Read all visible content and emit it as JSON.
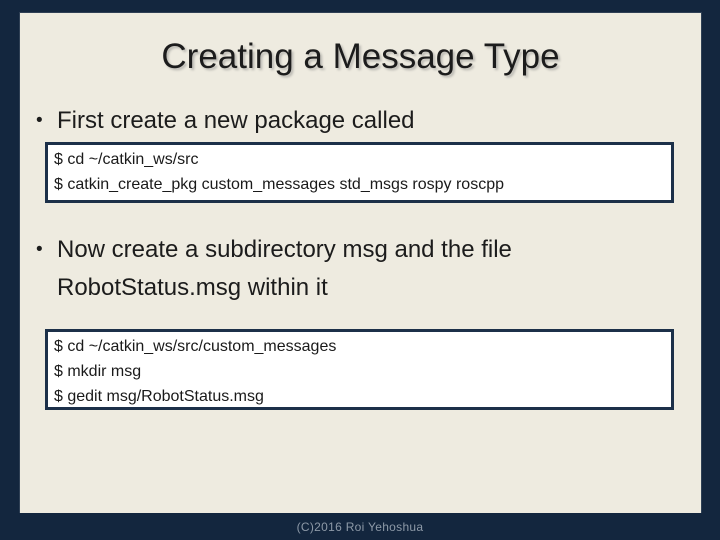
{
  "slide": {
    "title": "Creating a Message Type",
    "bullet_char": "•",
    "bullets": [
      {
        "text": "First create a new package called"
      },
      {
        "text": "Now create a subdirectory msg and the file RobotStatus.msg within it"
      }
    ],
    "code_blocks": [
      {
        "lines": [
          "$ cd ~/catkin_ws/src",
          "$ catkin_create_pkg custom_messages std_msgs rospy roscpp"
        ]
      },
      {
        "lines": [
          "$ cd ~/catkin_ws/src/custom_messages",
          "$ mkdir msg",
          "$ gedit msg/RobotStatus.msg"
        ]
      }
    ],
    "footer": "(C)2016 Roi Yehoshua",
    "colors": {
      "frame": "#13263e",
      "background": "#eeebe0",
      "code_background": "#ffffff",
      "code_border": "#1c3049",
      "body_text": "#1c1c1c",
      "footer_text": "#8d99a7"
    }
  }
}
